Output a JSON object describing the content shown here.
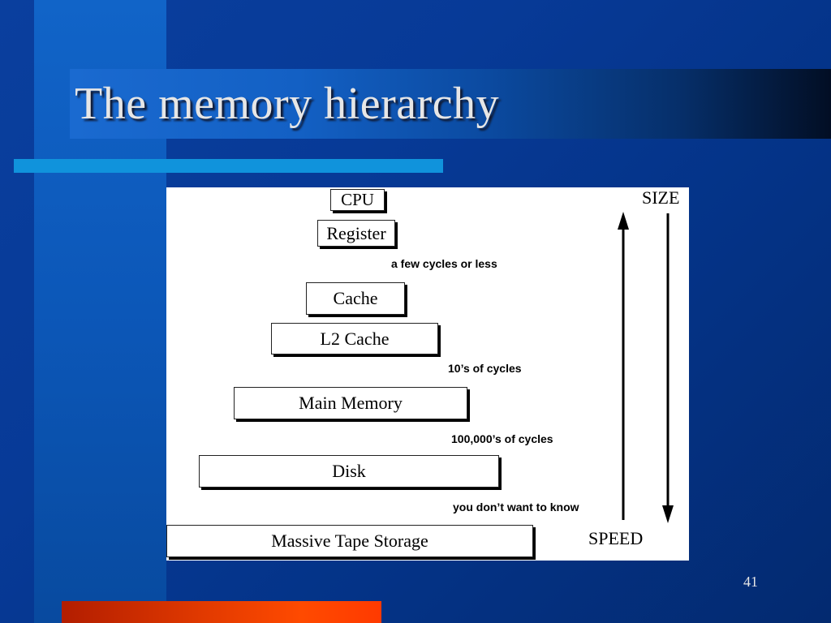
{
  "slide": {
    "title": "The memory hierarchy",
    "page_number": "41"
  },
  "diagram": {
    "levels": [
      {
        "label": "CPU"
      },
      {
        "label": "Register"
      },
      {
        "label": "Cache"
      },
      {
        "label": "L2 Cache"
      },
      {
        "label": "Main Memory"
      },
      {
        "label": "Disk"
      },
      {
        "label": "Massive Tape Storage"
      }
    ],
    "notes": [
      {
        "text": "a few cycles or less"
      },
      {
        "text": "10’s of cycles"
      },
      {
        "text": "100,000’s of cycles"
      },
      {
        "text": "you don’t want to know"
      }
    ],
    "size_label": "SIZE",
    "speed_label": "SPEED"
  },
  "colors": {
    "background": "#073a97",
    "title_text": "#e6e6e6",
    "accent_line": "#1093dc",
    "bottom_bar": "#e23a00"
  }
}
